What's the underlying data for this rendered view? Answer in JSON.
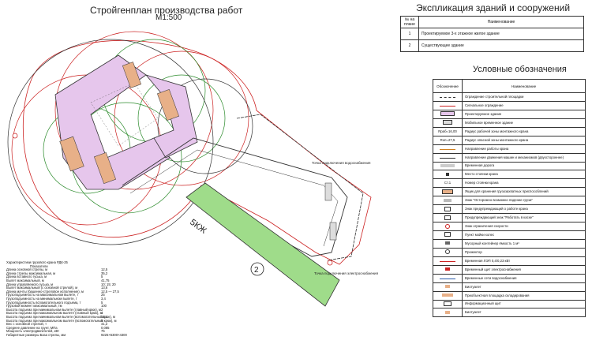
{
  "plan": {
    "title": "Стройгенплан производства работ",
    "scale": "М1:500",
    "existing_label": "5КЖ",
    "building_number": "2",
    "label_water": "Точка подключения водоснабжения",
    "label_power": "Точка подключения электроснабжения"
  },
  "explication": {
    "title": "Экспликация зданий и сооружений",
    "header_no": "№ на плане",
    "header_name": "Наименование",
    "rows": [
      {
        "no": "1",
        "name": "Проектируемое 3-х этажное жилое здание"
      },
      {
        "no": "2",
        "name": "Существующее здание"
      }
    ]
  },
  "legend": {
    "title": "Условные обозначения",
    "header_symbol": "Обозначение",
    "header_name": "Наименование",
    "items": [
      {
        "sym": "",
        "name": "Ограждение строительной площадки"
      },
      {
        "sym": "",
        "name": "Сигнальное ограждение"
      },
      {
        "sym": "",
        "name": "Проектируемое здание"
      },
      {
        "sym": "",
        "name": "Мобильное временное здание"
      },
      {
        "sym": "Rраб=16,00",
        "name": "Радиус рабочей зоны монтажного крана"
      },
      {
        "sym": "Rоп=27,5",
        "name": "Радиус опасной зоны монтажного крана"
      },
      {
        "sym": "",
        "name": "Направление работы крана"
      },
      {
        "sym": "",
        "name": "Направление движения машин и механизмов (двухстороннее)"
      },
      {
        "sym": "",
        "name": "Временная дорога"
      },
      {
        "sym": "",
        "name": "Место стоянки крана"
      },
      {
        "sym": "Ст.1",
        "name": "Номер стоянки крана"
      },
      {
        "sym": "",
        "name": "Ящик для хранения грузозахватных приспособлений"
      },
      {
        "sym": "",
        "name": "Знак \"Осторожно возможно падение груза\""
      },
      {
        "sym": "",
        "name": "Знак предупреждающий о работе крана"
      },
      {
        "sym": "",
        "name": "Предупреждающий знак \"Работать в каске\""
      },
      {
        "sym": "",
        "name": "Знак ограничения скорости"
      },
      {
        "sym": "",
        "name": "Пункт мойки колес"
      },
      {
        "sym": "",
        "name": "Мусорный контейнер ёмкость 1 м³"
      },
      {
        "sym": "",
        "name": "Прожектор"
      },
      {
        "sym": "",
        "name": "Временная ЛЭП 0,4/0,23 кВт"
      },
      {
        "sym": "",
        "name": "Временный щит электроснабжения"
      },
      {
        "sym": "",
        "name": "Временные сети водоснабжения"
      },
      {
        "sym": "",
        "name": "Биотуалет"
      },
      {
        "sym": "",
        "name": "Приобъектная площадка складирования"
      },
      {
        "sym": "",
        "name": "Информационный щит"
      },
      {
        "sym": "",
        "name": "Биотуалет"
      }
    ]
  },
  "specs": {
    "heading": "Характеристики грузового крана РДК-25",
    "subheading": "Показатели",
    "rows": [
      {
        "k": "Длина основной стрелы, м",
        "v": "12,5"
      },
      {
        "k": "Длина стрелы максимальная, м",
        "v": "35,2"
      },
      {
        "k": "Длина вставного гуська, м",
        "v": "5"
      },
      {
        "k": "Вылет максимальный, м",
        "v": "41,75"
      },
      {
        "k": "Длина управляемого гуська, м",
        "v": "10; 15; 20"
      },
      {
        "k": "Вылет максимальный (с основной стрелой), м",
        "v": "13,6"
      },
      {
        "k": "Длина мачты (башенно-стреловое исполнение), м",
        "v": "12,5 — 27,5"
      },
      {
        "k": "Грузоподъемность на максимальном вылете, т",
        "v": "25"
      },
      {
        "k": "Грузоподъемность на минимальном вылете, т",
        "v": "3,4"
      },
      {
        "k": "Грузоподъемность вспомогательного подъема, т",
        "v": "5"
      },
      {
        "k": "Грузовой момент максимальный, тм",
        "v": "100"
      },
      {
        "k": "Высота подъема при минимальном вылете (главный крюк), м",
        "v": "2"
      },
      {
        "k": "Высота подъема при максимальном вылете (главный крюк), м",
        "v": "4"
      },
      {
        "k": "Высота подъема при минимальном вылете (вспомогательный крюк), м",
        "v": "15,1"
      },
      {
        "k": "Высота подъема при максимальном вылете (вспомогательный крюк), м",
        "v": "5"
      },
      {
        "k": "Вес с основной стрелой, т",
        "v": "41,2"
      },
      {
        "k": "Среднее давление на грунт, МПа",
        "v": "0,085"
      },
      {
        "k": "Мощность электродвигателей, кВт",
        "v": "75"
      },
      {
        "k": "Габаритные размеры База стрелы, мм",
        "v": "9225×6300×4300"
      }
    ]
  },
  "colors": {
    "danger_zone": "#cc2222",
    "work_zone": "#2a8a2a",
    "building_fill": "#e6c6ec",
    "existing_fill": "#9fdc8a",
    "fence": "#333333",
    "signal": "#cc2222"
  }
}
